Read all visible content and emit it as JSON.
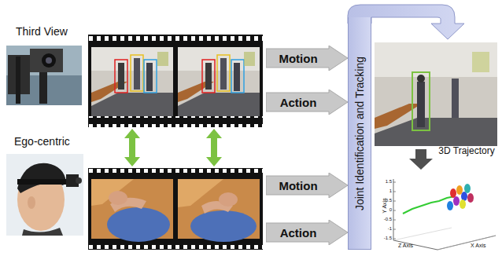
{
  "diagram": {
    "nodes": [
      {
        "text": [
          "Motion"
        ]
      },
      {
        "text": [
          "Action"
        ]
      },
      {
        "text": [
          "Motion"
        ]
      },
      {
        "text": [
          "Action"
        ]
      },
      {
        "text": [
          "Joint Identification and Tracking"
        ]
      }
    ],
    "labels": [
      "Third View",
      "Ego-centric",
      "3D Trajectory",
      "Y Axis",
      "Z Axis",
      "X Axis",
      "1.5",
      "1",
      "0.5",
      "0",
      "-0.5",
      "-1",
      "-1.5"
    ]
  }
}
